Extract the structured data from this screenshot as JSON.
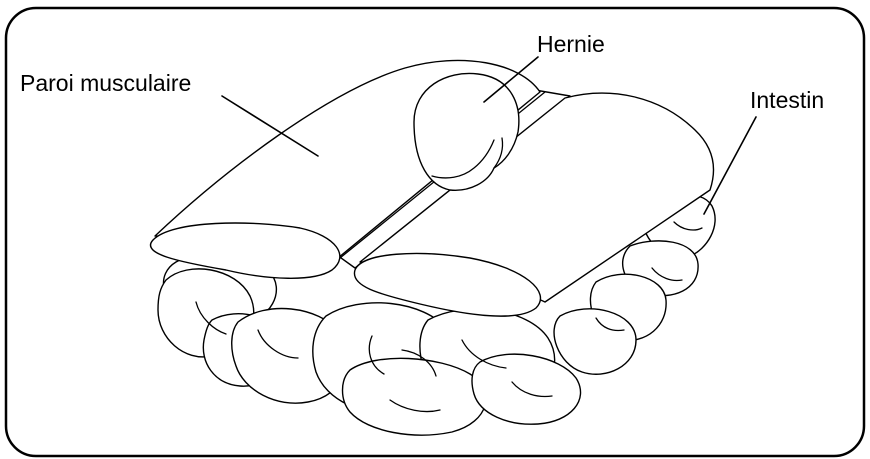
{
  "diagram": {
    "labels": {
      "muscle_wall": "Paroi musculaire",
      "hernia": "Hernie",
      "intestine": "Intestin"
    },
    "colors": {
      "line": "#000000",
      "fill": "#ffffff",
      "background": "#ffffff"
    }
  }
}
